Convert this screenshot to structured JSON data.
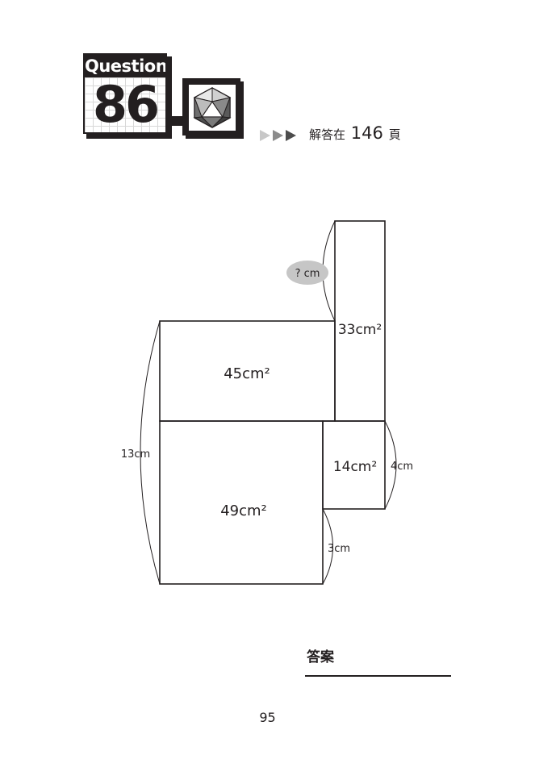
{
  "header": {
    "badge_label": "Question",
    "question_number": "86",
    "answer_ref_prefix": "解答在",
    "answer_ref_page": "146",
    "answer_ref_suffix": "頁",
    "icon": "icosahedron-icon"
  },
  "figure": {
    "unknown_label": "? cm",
    "areas": {
      "top_rect": "45cm²",
      "tall_rect": "33cm²",
      "big_square": "49cm²",
      "small_rect": "14cm²"
    },
    "dimensions": {
      "left_height": "13cm",
      "small_rect_height": "4cm",
      "gap_width": "3cm"
    }
  },
  "footer": {
    "answer_label": "答案",
    "page_number": "95"
  },
  "colors": {
    "ink": "#231f20",
    "unknown_bubble": "#c6c6c6"
  }
}
